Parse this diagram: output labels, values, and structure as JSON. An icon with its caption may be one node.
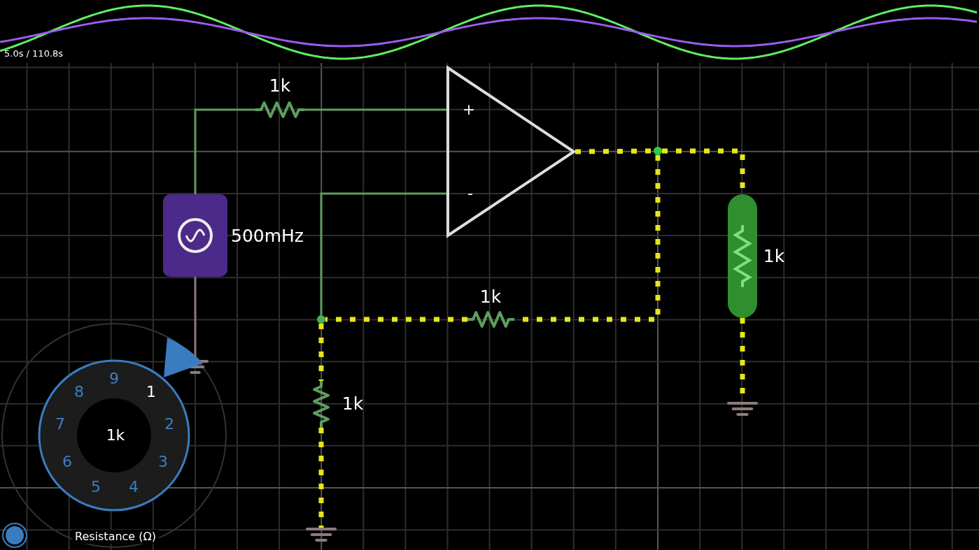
{
  "diagram": {
    "nodes": [
      {
        "text": [],
        "shape": "resistor",
        "beside": [
          "1k"
        ]
      },
      {
        "text": [
          "+",
          "-"
        ]
      },
      {
        "text": [],
        "shape": "circle"
      },
      {
        "text": [],
        "shape": "box",
        "beside": [
          "500mHz"
        ]
      },
      {
        "text": [],
        "shape": "resistor",
        "beside": [
          "1k"
        ]
      },
      {
        "text": [],
        "shape": "circle"
      },
      {
        "text": [],
        "shape": "resistor",
        "beside": [
          "1k"
        ]
      },
      {
        "text": [],
        "shape": "ground"
      },
      {
        "text": [],
        "shape": "resistor",
        "beside": [
          "1k"
        ]
      },
      {
        "text": [],
        "shape": "ground"
      },
      {
        "text": [],
        "shape": "ground"
      }
    ],
    "edges": [
      {
        "from": 3,
        "to": 0,
        "arrow": "none",
        "color": "#5e9e5e"
      },
      {
        "from": 0,
        "to": 1,
        "arrow": "none",
        "color": "#5e9e5e"
      },
      {
        "from": 1,
        "to": 5,
        "arrow": "none",
        "color": "#5e9e5e"
      },
      {
        "from": 1,
        "to": 2,
        "arrow": "none",
        "style": "dashed"
      },
      {
        "from": 2,
        "to": 4,
        "arrow": "none",
        "style": "dashed"
      },
      {
        "from": 2,
        "to": 6,
        "arrow": "none",
        "style": "dashed"
      },
      {
        "from": 6,
        "to": 5,
        "arrow": "none",
        "style": "dashed"
      },
      {
        "from": 3,
        "to": 7,
        "arrow": "none",
        "color": "#8c7b7b"
      },
      {
        "from": 5,
        "to": 8,
        "arrow": "none",
        "style": "dashed"
      },
      {
        "from": 4,
        "to": 9,
        "arrow": "none",
        "style": "dashed"
      },
      {
        "from": 8,
        "to": 10,
        "arrow": "none",
        "style": "dashed"
      }
    ],
    "labels": [
      "5.0s / 110.8s",
      "8",
      "9",
      "1",
      "7",
      "2",
      "1k",
      "6",
      "3",
      "5",
      "4",
      "Resistance (Ω)"
    ]
  }
}
